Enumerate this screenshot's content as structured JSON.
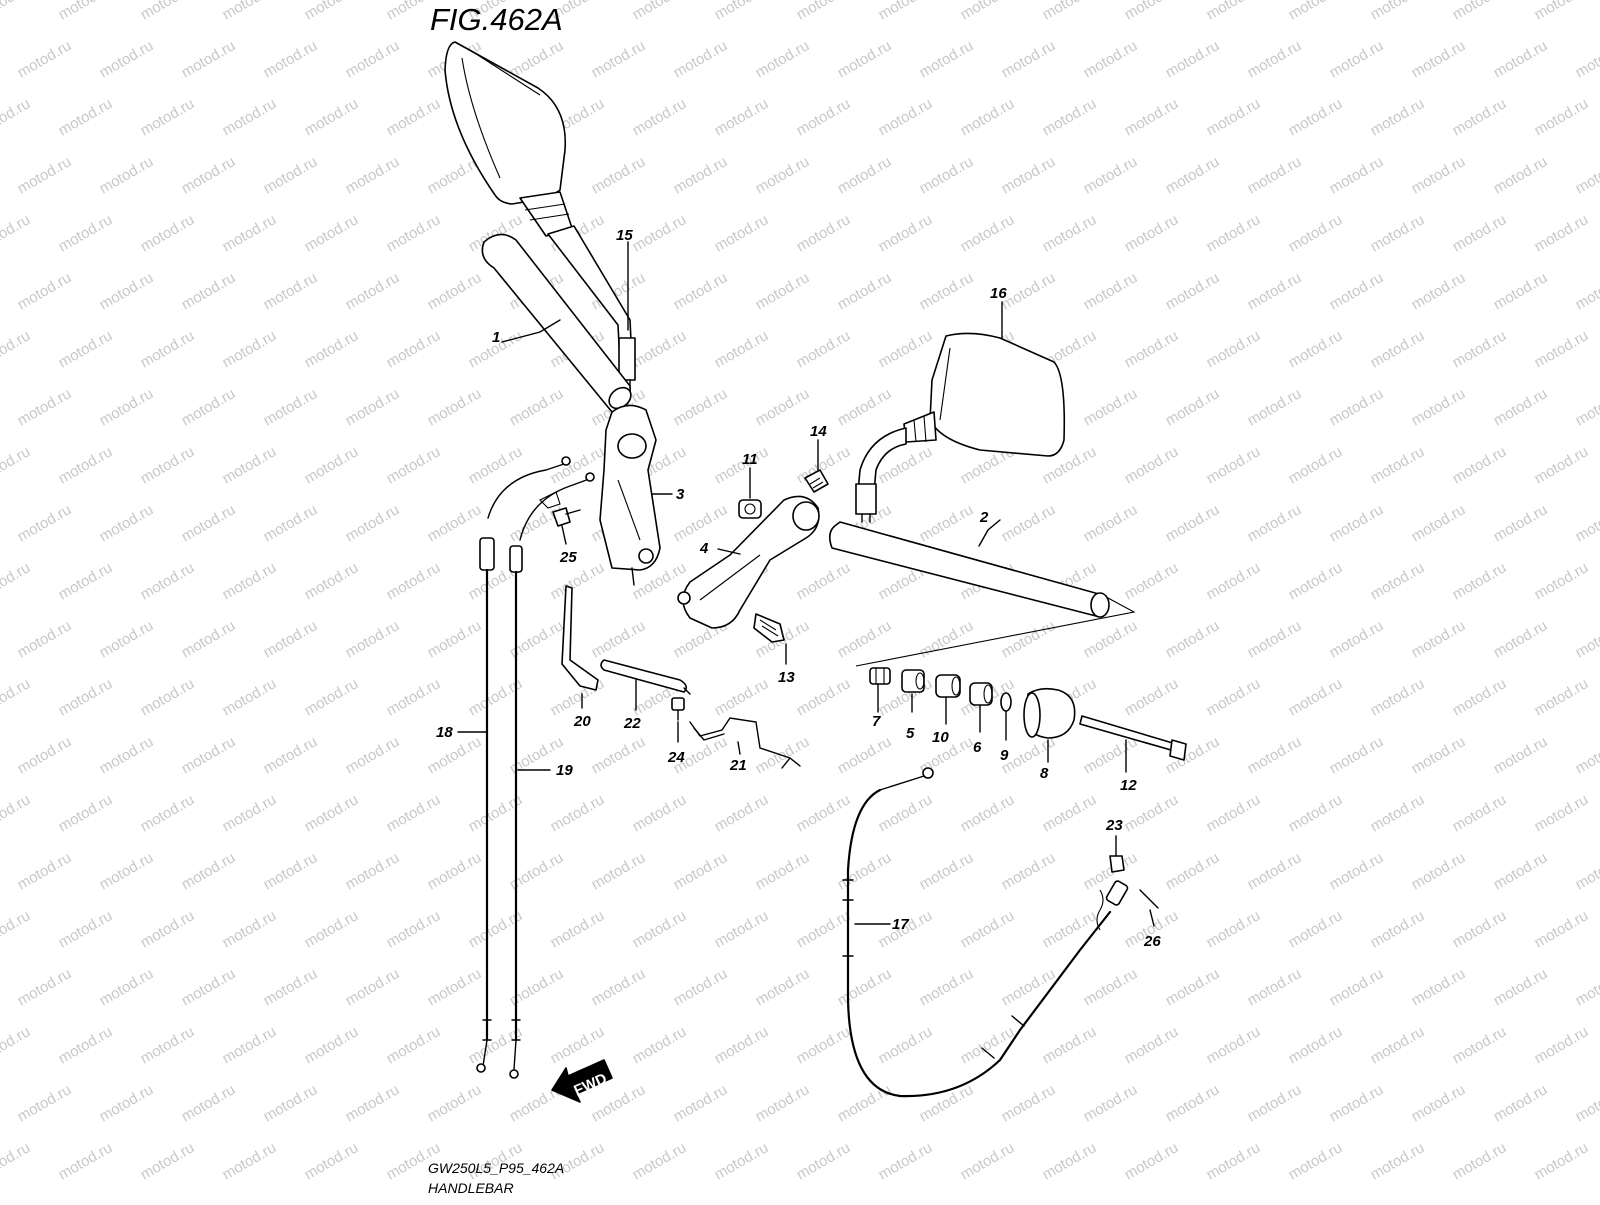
{
  "figure": {
    "title": "FIG.462A",
    "code": "GW250L5_P95_462A",
    "name": "HANDLEBAR",
    "watermark": "motod.ru",
    "fwd_label": "FWD"
  },
  "parts": [
    {
      "id": "1"
    },
    {
      "id": "2"
    },
    {
      "id": "3"
    },
    {
      "id": "4"
    },
    {
      "id": "5"
    },
    {
      "id": "6"
    },
    {
      "id": "7"
    },
    {
      "id": "8"
    },
    {
      "id": "9"
    },
    {
      "id": "10"
    },
    {
      "id": "11"
    },
    {
      "id": "12"
    },
    {
      "id": "13"
    },
    {
      "id": "14"
    },
    {
      "id": "15"
    },
    {
      "id": "16"
    },
    {
      "id": "17"
    },
    {
      "id": "18"
    },
    {
      "id": "19"
    },
    {
      "id": "20"
    },
    {
      "id": "21"
    },
    {
      "id": "22"
    },
    {
      "id": "23"
    },
    {
      "id": "24"
    },
    {
      "id": "25"
    },
    {
      "id": "26"
    }
  ],
  "colors": {
    "line": "#000000",
    "watermark": "#c8c8c8",
    "background": "#ffffff"
  }
}
